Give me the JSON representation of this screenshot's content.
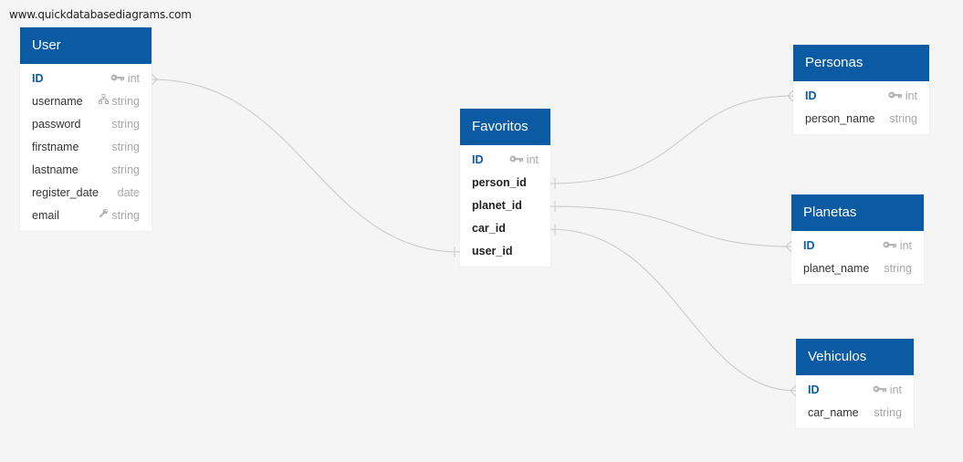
{
  "watermark": "www.quickdatabasediagrams.com",
  "tables": {
    "user": {
      "title": "User",
      "fields": [
        {
          "name": "ID",
          "type": "int",
          "icon": "key-icon"
        },
        {
          "name": "username",
          "type": "string",
          "icon": "hierarchy-icon"
        },
        {
          "name": "password",
          "type": "string"
        },
        {
          "name": "firstname",
          "type": "string"
        },
        {
          "name": "lastname",
          "type": "string"
        },
        {
          "name": "register_date",
          "type": "date"
        },
        {
          "name": "email",
          "type": "string",
          "icon": "wrench-icon"
        }
      ]
    },
    "favoritos": {
      "title": "Favoritos",
      "fields": [
        {
          "name": "ID",
          "type": "int",
          "icon": "key-icon"
        },
        {
          "name": "person_id",
          "type": ""
        },
        {
          "name": "planet_id",
          "type": ""
        },
        {
          "name": "car_id",
          "type": ""
        },
        {
          "name": "user_id",
          "type": ""
        }
      ]
    },
    "personas": {
      "title": "Personas",
      "fields": [
        {
          "name": "ID",
          "type": "int",
          "icon": "key-icon"
        },
        {
          "name": "person_name",
          "type": "string"
        }
      ]
    },
    "planetas": {
      "title": "Planetas",
      "fields": [
        {
          "name": "ID",
          "type": "int",
          "icon": "key-icon"
        },
        {
          "name": "planet_name",
          "type": "string"
        }
      ]
    },
    "vehiculos": {
      "title": "Vehiculos",
      "fields": [
        {
          "name": "ID",
          "type": "int",
          "icon": "key-icon"
        },
        {
          "name": "car_name",
          "type": "string"
        }
      ]
    }
  },
  "relationships": [
    {
      "from": "Favoritos.user_id",
      "to": "User.ID"
    },
    {
      "from": "Favoritos.person_id",
      "to": "Personas.ID"
    },
    {
      "from": "Favoritos.planet_id",
      "to": "Planetas.ID"
    },
    {
      "from": "Favoritos.car_id",
      "to": "Vehiculos.ID"
    }
  ],
  "colors": {
    "header": "#0a5aa4",
    "background": "#f4f5f4",
    "connector": "#c8c8c8",
    "type_text": "#a8a8a8"
  }
}
